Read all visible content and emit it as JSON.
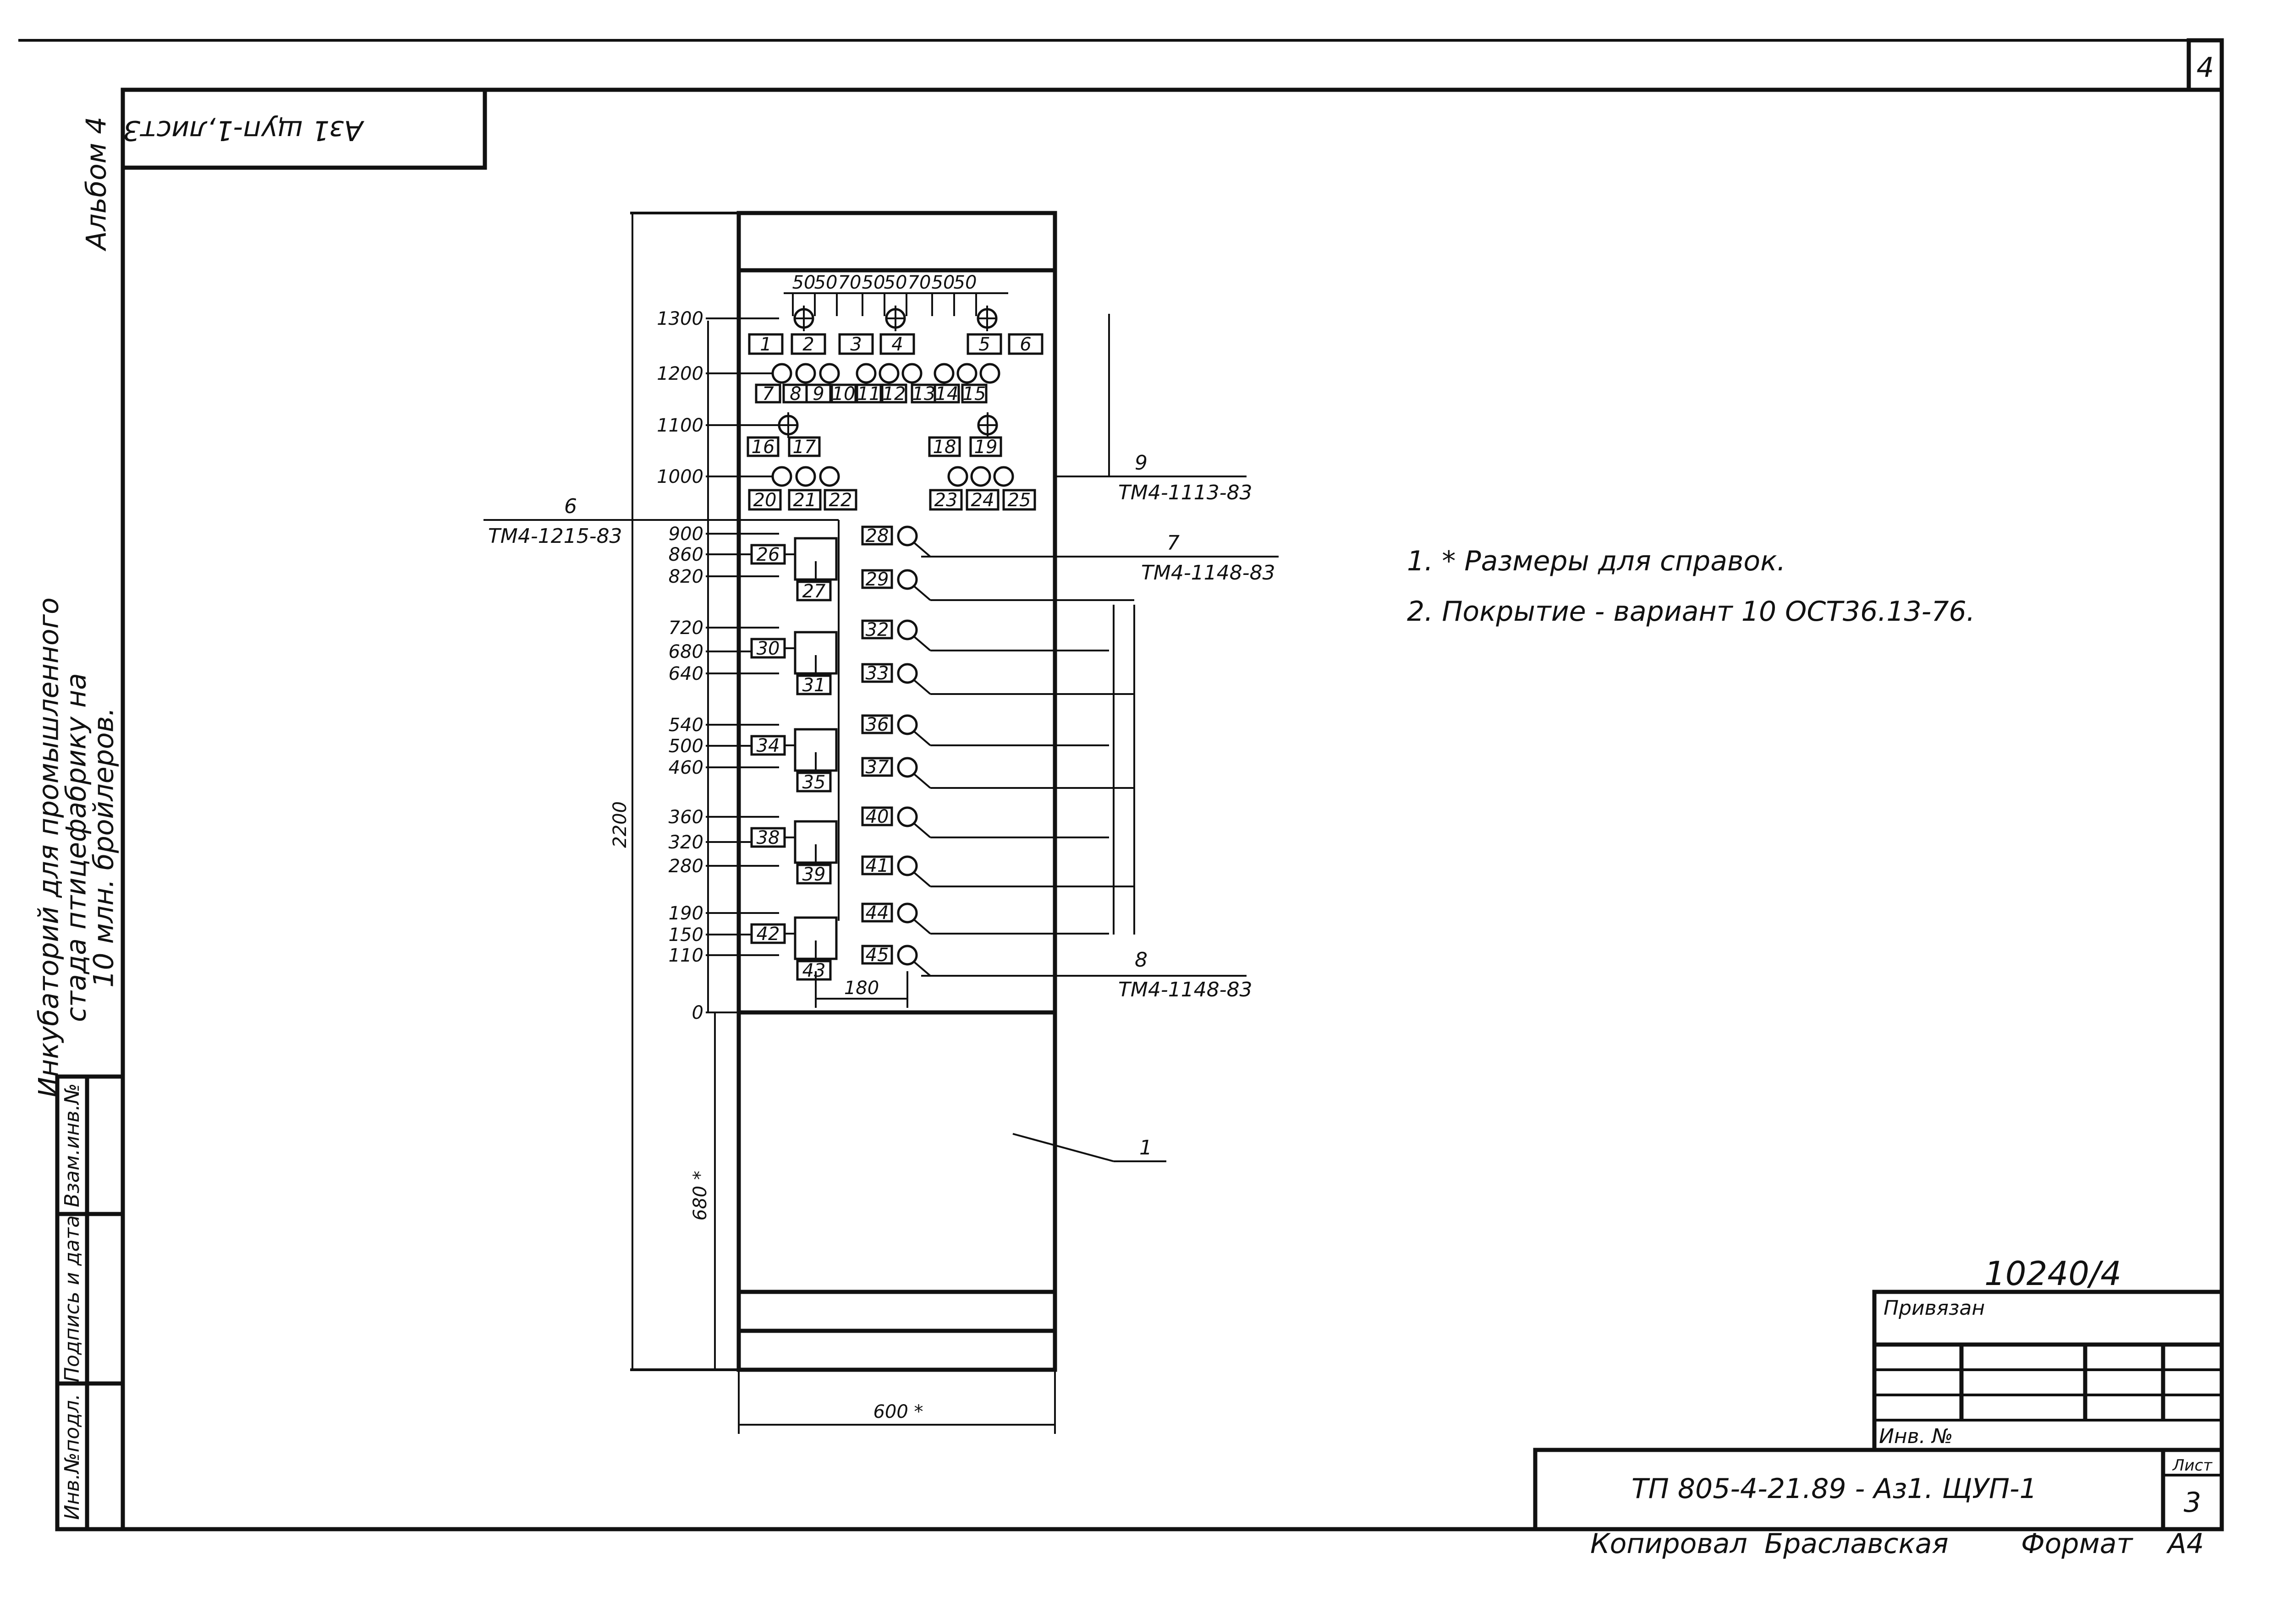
{
  "sheet": {
    "number": "4"
  },
  "album": {
    "label": "Альбом 4"
  },
  "stamp_corner": {
    "text": "Аз1 щуп-1,лист3"
  },
  "project_title": {
    "lines": [
      "Инкубаторий для промышленного",
      "стада птицефабрику на",
      "10 млн. бройлеров."
    ]
  },
  "side_columns": [
    "Инв.№подл.",
    "Подпись и дата",
    "Взам.инв.№"
  ],
  "panel": {
    "overall_height": "2200",
    "base_height": "680 *",
    "width": "600 *",
    "spacing": "180",
    "top_spacing_labels": [
      "50",
      "50",
      "70",
      "50",
      "50",
      "70",
      "50",
      "50"
    ],
    "elevations": [
      "1300",
      "1200",
      "1100",
      "1000",
      "900",
      "860",
      "820",
      "720",
      "680",
      "640",
      "540",
      "500",
      "460",
      "360",
      "320",
      "280",
      "190",
      "150",
      "110",
      "0"
    ],
    "row1": [
      "1",
      "2",
      "3",
      "4",
      "5",
      "6"
    ],
    "row2": [
      "7",
      "8",
      "9",
      "10",
      "11",
      "12",
      "13",
      "14",
      "15"
    ],
    "row3": [
      "16",
      "17",
      "18",
      "19"
    ],
    "row4": [
      "20",
      "21",
      "22",
      "23",
      "24",
      "25"
    ],
    "left_units": [
      {
        "side": "26",
        "bottom": "27"
      },
      {
        "side": "30",
        "bottom": "31"
      },
      {
        "side": "34",
        "bottom": "35"
      },
      {
        "side": "38",
        "bottom": "39"
      },
      {
        "side": "42",
        "bottom": "43"
      }
    ],
    "right_lamps": [
      "28",
      "29",
      "32",
      "33",
      "36",
      "37",
      "40",
      "41",
      "44",
      "45"
    ]
  },
  "callouts": [
    {
      "number": "9",
      "code": "ТМ4-1113-83"
    },
    {
      "number": "6",
      "code": "ТМ4-1215-83"
    },
    {
      "number": "7",
      "code": "ТМ4-1148-83"
    },
    {
      "number": "8",
      "code": "ТМ4-1148-83"
    },
    {
      "number": "1",
      "code": ""
    }
  ],
  "notes": [
    "1. * Размеры для справок.",
    "2. Покрытие - вариант 10 ОСТ36.13-76."
  ],
  "title_block": {
    "ref_number": "10240/4",
    "bound": "Привязан",
    "inv": "Инв. №",
    "designation": "ТП 805-4-21.89 - Аз1. ЩУП-1",
    "sheet_label": "Лист",
    "sheet_value": "3"
  },
  "footer": {
    "copied": "Копировал",
    "copier": "Браславская",
    "format_label": "Формат",
    "format_value": "А4"
  }
}
